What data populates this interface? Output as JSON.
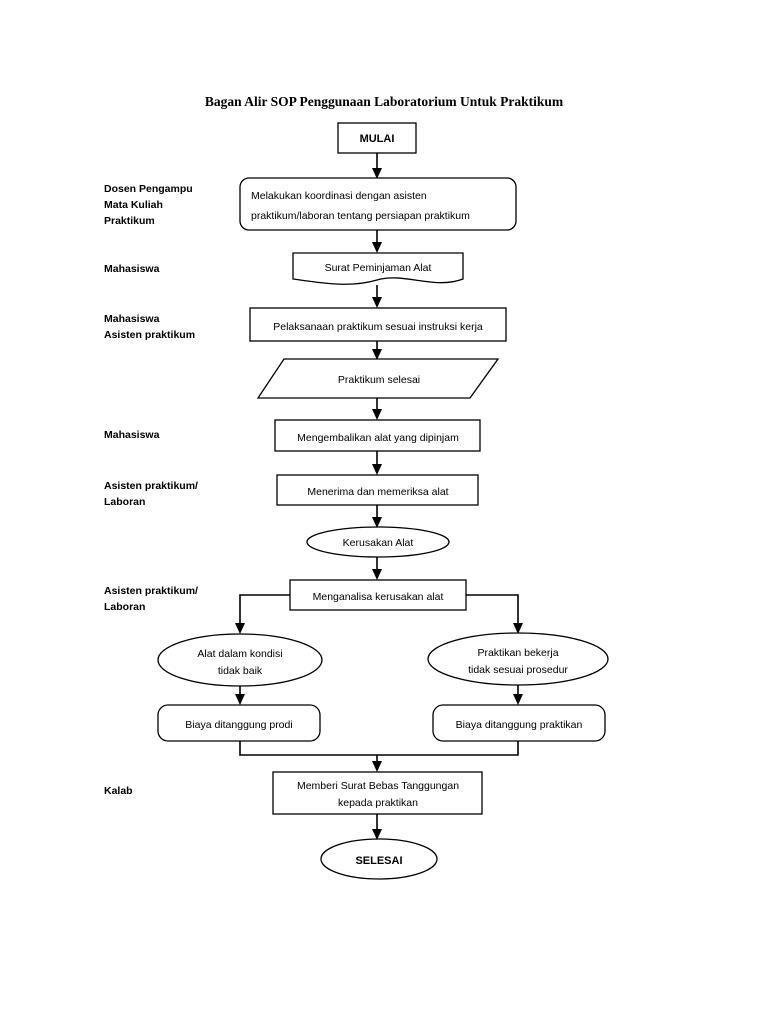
{
  "document": {
    "title": "Bagan Alir SOP Penggunaan Laboratorium Untuk Praktikum"
  },
  "lane_labels": [
    {
      "id": "dosen",
      "lines": [
        "Dosen Pengampu",
        "Mata Kuliah",
        "Praktikum"
      ]
    },
    {
      "id": "mahasiswa-1",
      "lines": [
        "Mahasiswa"
      ]
    },
    {
      "id": "mahasiswa-asisten",
      "lines": [
        "Mahasiswa",
        "Asisten praktikum"
      ]
    },
    {
      "id": "mahasiswa-2",
      "lines": [
        "Mahasiswa"
      ]
    },
    {
      "id": "asisten-laboran-1",
      "lines": [
        "Asisten praktikum/",
        "Laboran"
      ]
    },
    {
      "id": "asisten-laboran-2",
      "lines": [
        "Asisten praktikum/",
        "Laboran"
      ]
    },
    {
      "id": "kalab",
      "lines": [
        "Kalab"
      ]
    }
  ],
  "nodes": [
    {
      "id": "mulai",
      "shape": "rectangle",
      "bold": true,
      "lines": [
        "MULAI"
      ]
    },
    {
      "id": "koordinasi",
      "shape": "rounded-rectangle",
      "bold": false,
      "lines": [
        "Melakukan     koordinasi     dengan     asisten",
        "praktikum/laboran tentang persiapan praktikum"
      ]
    },
    {
      "id": "surat-peminjaman",
      "shape": "document",
      "bold": false,
      "lines": [
        "Surat Peminjaman Alat"
      ]
    },
    {
      "id": "pelaksanaan",
      "shape": "rectangle",
      "bold": false,
      "lines": [
        "Pelaksanaan praktikum sesuai instruksi kerja"
      ]
    },
    {
      "id": "praktikum-selesai",
      "shape": "parallelogram",
      "bold": false,
      "lines": [
        "Praktikum selesai"
      ]
    },
    {
      "id": "mengembalikan",
      "shape": "rectangle",
      "bold": false,
      "lines": [
        "Mengembalikan alat yang dipinjam"
      ]
    },
    {
      "id": "menerima",
      "shape": "rectangle",
      "bold": false,
      "lines": [
        "Menerima dan memeriksa alat"
      ]
    },
    {
      "id": "kerusakan-alat",
      "shape": "ellipse",
      "bold": false,
      "lines": [
        "Kerusakan Alat"
      ]
    },
    {
      "id": "menganalisa",
      "shape": "rectangle",
      "bold": false,
      "lines": [
        "Menganalisa kerusakan alat"
      ]
    },
    {
      "id": "alat-tidak-baik",
      "shape": "ellipse",
      "bold": false,
      "lines": [
        "Alat dalam kondisi",
        "tidak baik"
      ]
    },
    {
      "id": "praktikan-tidak-sesuai",
      "shape": "ellipse",
      "bold": false,
      "lines": [
        "Praktikan bekerja",
        "tidak sesuai prosedur"
      ]
    },
    {
      "id": "biaya-prodi",
      "shape": "rounded-rectangle",
      "bold": false,
      "lines": [
        "Biaya ditanggung prodi"
      ]
    },
    {
      "id": "biaya-praktikan",
      "shape": "rounded-rectangle",
      "bold": false,
      "lines": [
        "Biaya ditanggung praktikan"
      ]
    },
    {
      "id": "surat-bebas",
      "shape": "rectangle",
      "bold": false,
      "lines": [
        "Memberi Surat Bebas Tanggungan",
        "kepada praktikan"
      ]
    },
    {
      "id": "selesai",
      "shape": "ellipse",
      "bold": true,
      "lines": [
        "SELESAI"
      ]
    }
  ],
  "colors": {
    "stroke": "#000000",
    "fill": "#ffffff",
    "text": "#000000",
    "background": "#ffffff"
  }
}
